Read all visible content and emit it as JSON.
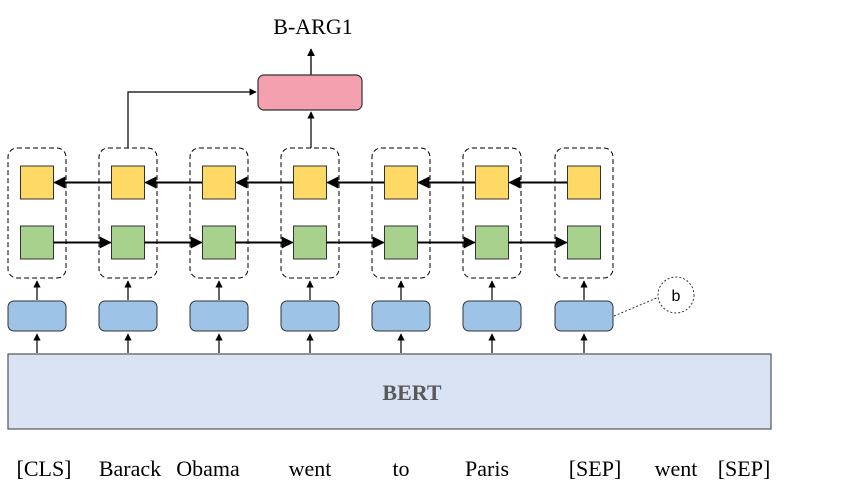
{
  "output_label": "B-ARG1",
  "encoder_label": "BERT",
  "callout_label": "b",
  "tokens": [
    "[CLS]",
    "Barack",
    "Obama",
    "went",
    "to",
    "Paris",
    "[SEP]",
    "went",
    "[SEP]"
  ],
  "colors": {
    "output_box": "#f4a0ae",
    "backward_cell": "#ffd966",
    "forward_cell": "#a9d18e",
    "embedding": "#9dc3e6",
    "encoder": "#dae3f3",
    "encoder_text": "#595959"
  }
}
